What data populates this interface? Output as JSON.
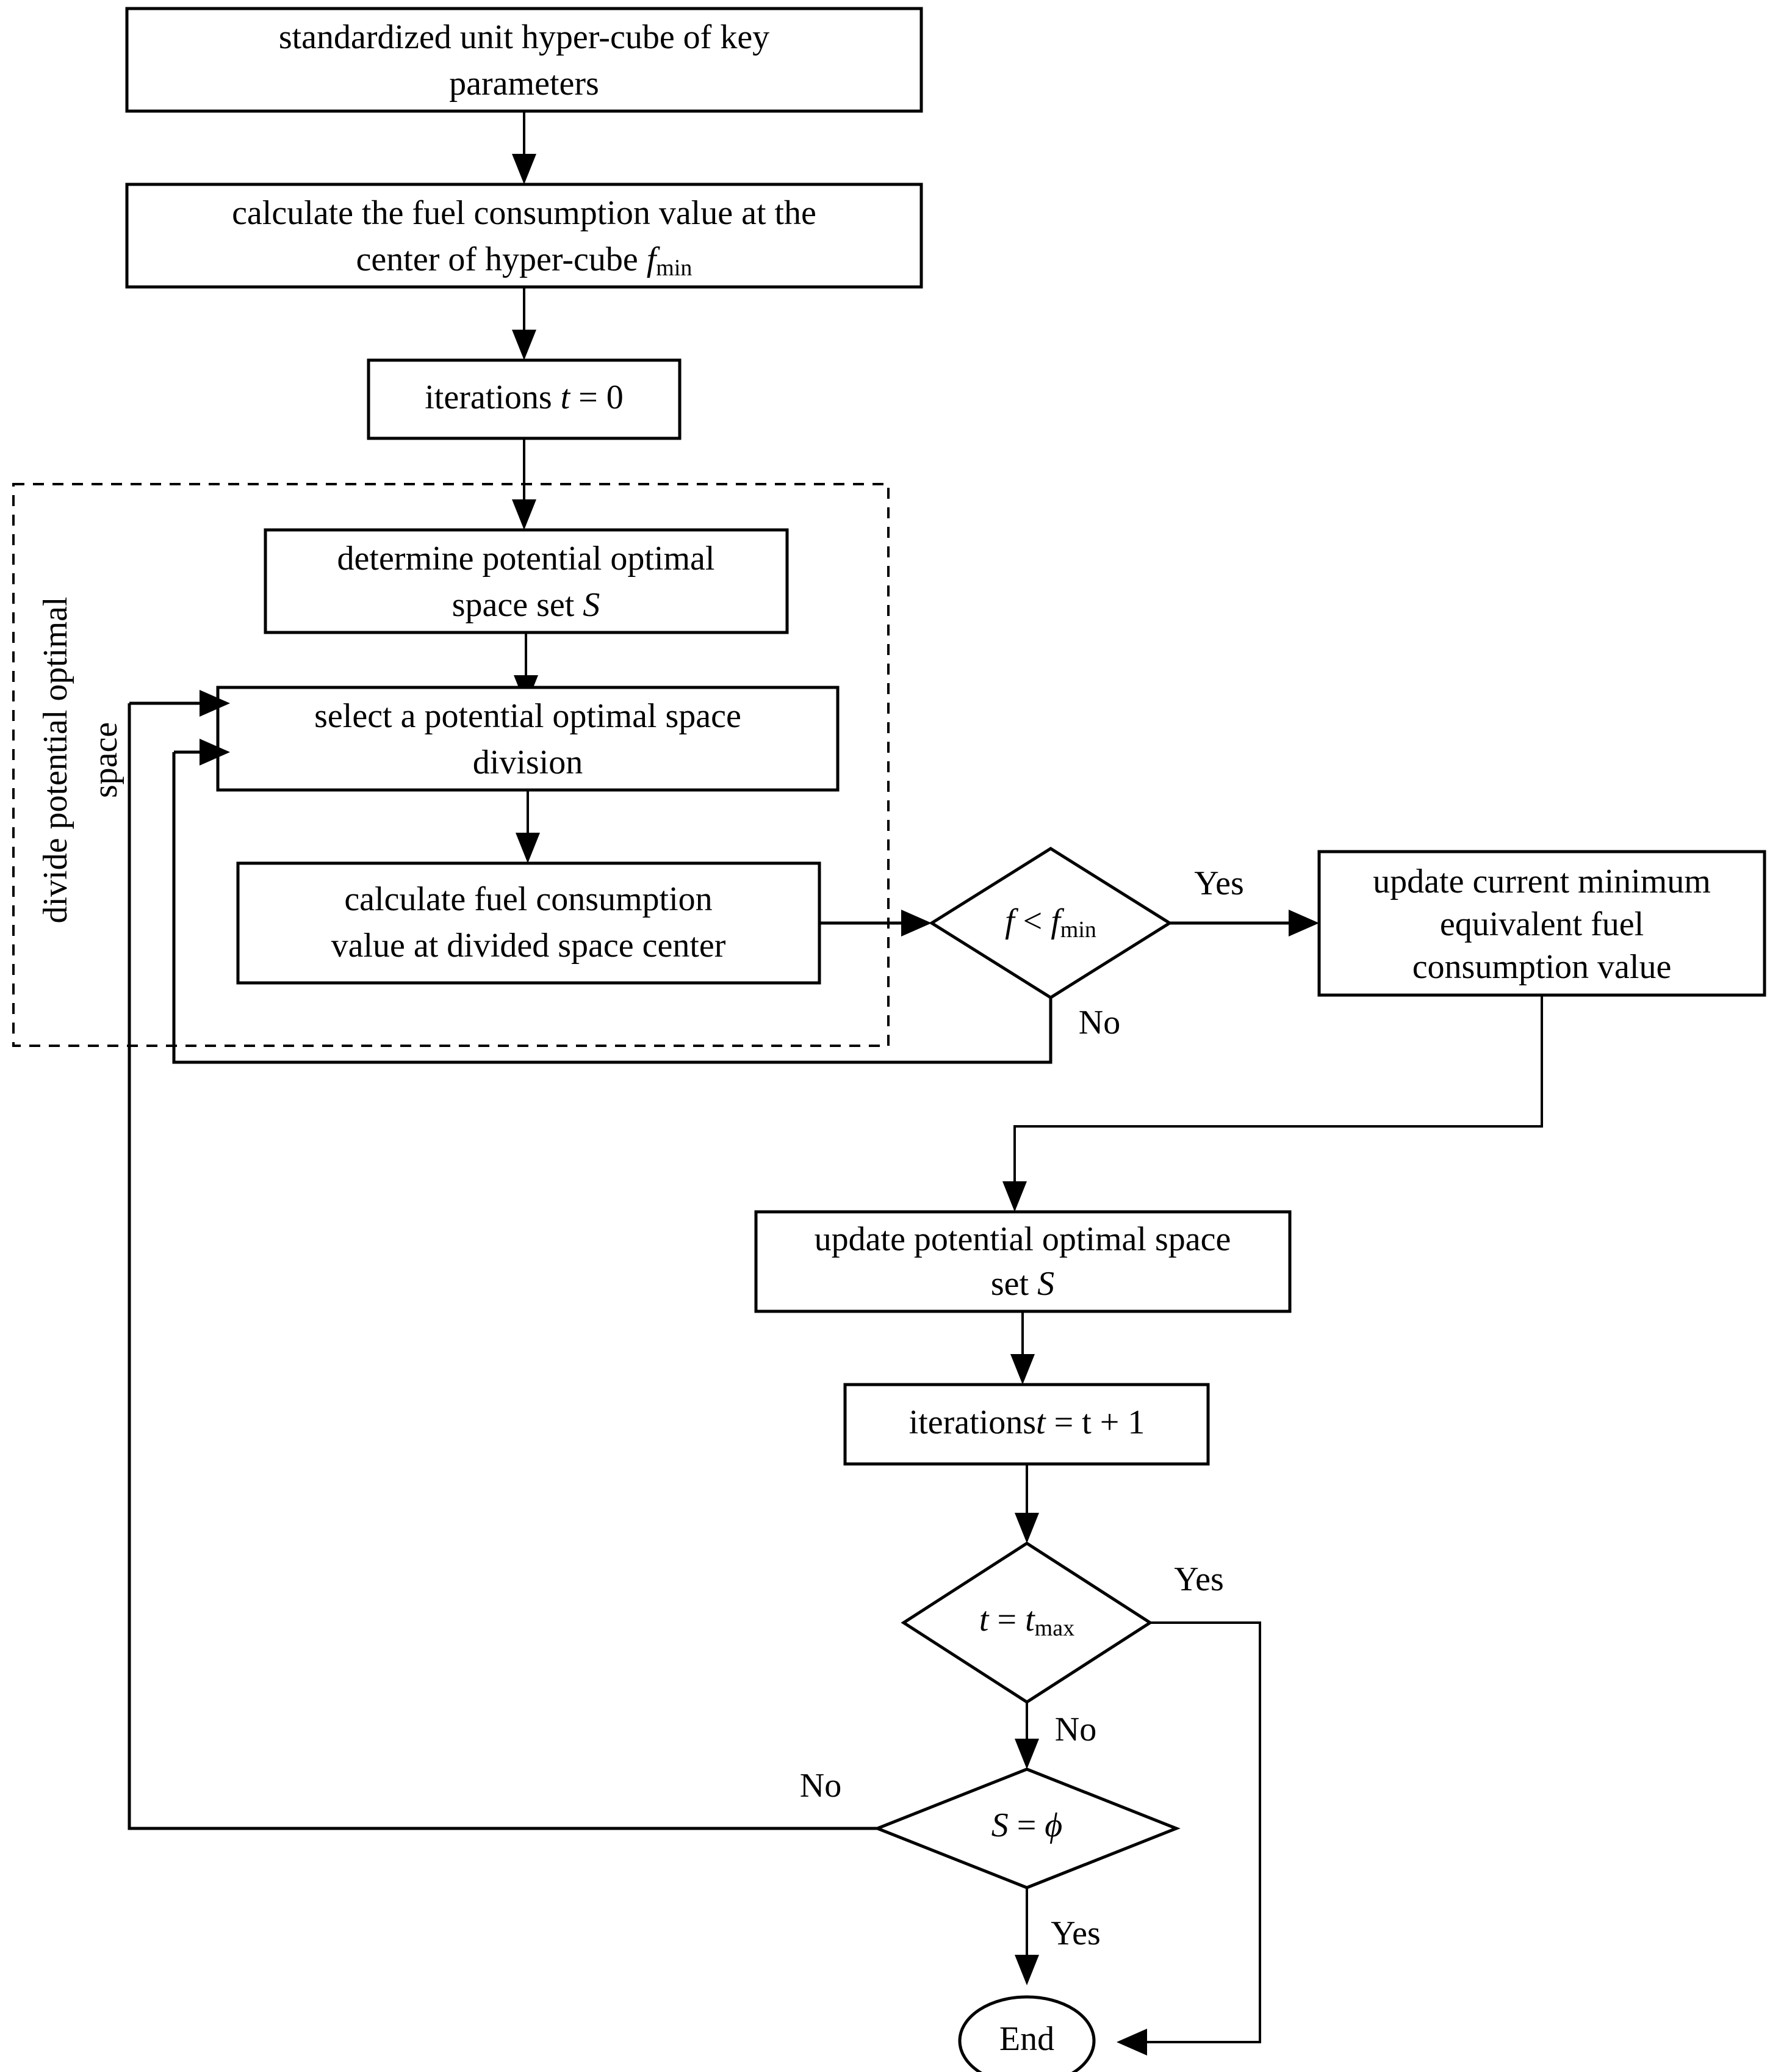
{
  "diagram": {
    "type": "flowchart",
    "title": "DIRECT algorithm flowchart for minimum equivalent fuel consumption",
    "orientation": "top-to-bottom",
    "background_color": "#ffffff",
    "line_color": "#000000",
    "text_color": "#000000"
  },
  "nodes": {
    "start_hypercube": {
      "shape": "rectangle",
      "line1": "standardized unit hyper-cube of key",
      "line2": "parameters"
    },
    "calc_center": {
      "shape": "rectangle",
      "line1": "calculate the fuel consumption value at the",
      "line2_prefix": "center of hyper-cube ",
      "line2_var": "f",
      "line2_sub": "min"
    },
    "iterations_init": {
      "shape": "rectangle",
      "label_prefix": "iterations",
      "var": "t",
      "eq": " = 0"
    },
    "determine_set": {
      "shape": "rectangle",
      "line1": "determine potential optimal",
      "line2_prefix": "space set ",
      "line2_var": "S"
    },
    "select_division": {
      "shape": "rectangle",
      "line1": "select a potential optimal space",
      "line2": "division"
    },
    "calc_divided": {
      "shape": "rectangle",
      "line1": "calculate fuel consumption",
      "line2": "value at divided space center"
    },
    "decision_f": {
      "shape": "diamond",
      "var_left": "f",
      "op": " < ",
      "var_right": "f",
      "sub": "min"
    },
    "update_min": {
      "shape": "rectangle",
      "line1": "update current minimum",
      "line2": "equivalent fuel",
      "line3": "consumption value"
    },
    "update_set": {
      "shape": "rectangle",
      "line1": "update potential optimal  space",
      "line2_prefix": "set  ",
      "line2_var": "S"
    },
    "iterations_inc": {
      "shape": "rectangle",
      "label_prefix": "iterations",
      "expr": " =  t  + 1",
      "var": "t"
    },
    "decision_tmax": {
      "shape": "diamond",
      "var_left": "t",
      "op": " = ",
      "var_right": "t",
      "sub": "max"
    },
    "decision_sempty": {
      "shape": "diamond",
      "var_left": "S",
      "op": "  =  ",
      "var_right": "ϕ"
    },
    "end": {
      "shape": "ellipse",
      "label": "End"
    }
  },
  "group": {
    "label_line1": "divide potential optimal",
    "label_line2": "space",
    "style": "dashed"
  },
  "edge_labels": {
    "f_yes": "Yes",
    "f_no": "No",
    "tmax_yes": "Yes",
    "tmax_no": "No",
    "sempty_no": "No",
    "sempty_yes": "Yes"
  }
}
